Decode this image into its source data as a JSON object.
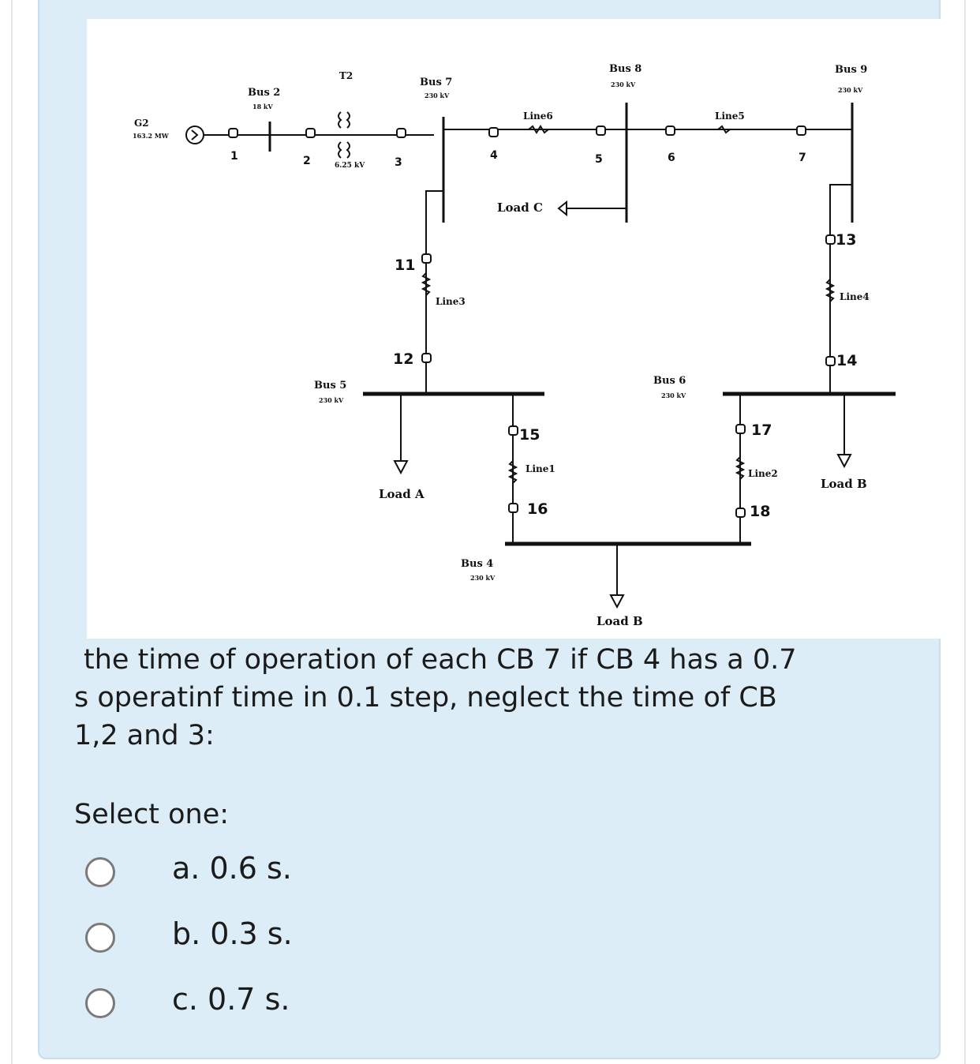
{
  "question": {
    "line1": "the time of operation of each CB 7 if CB 4  has a 0.7",
    "line2": "s operatinf time in 0.1 step, neglect the time of CB",
    "line3": "1,2 and 3:"
  },
  "select_label": "Select one:",
  "options": [
    {
      "label": "a. 0.6 s.",
      "selected": false
    },
    {
      "label": "b. 0.3 s.",
      "selected": false
    },
    {
      "label": "c. 0.7 s.",
      "selected": false
    }
  ],
  "diagram": {
    "gen_label": "G2",
    "gen_rating": "163.2 MW",
    "bus2": {
      "name": "Bus 2",
      "kv": "18 kV"
    },
    "t2": {
      "name": "T2",
      "rating": "6.25 kV"
    },
    "bus7": {
      "name": "Bus 7",
      "kv": "230 kV"
    },
    "bus8": {
      "name": "Bus 8",
      "kv": "230 kV"
    },
    "bus9": {
      "name": "Bus 9",
      "kv": "230 kV"
    },
    "bus5": {
      "name": "Bus 5",
      "kv": "230 kV"
    },
    "bus6": {
      "name": "Bus 6",
      "kv": "230 kV"
    },
    "bus4": {
      "name": "Bus 4",
      "kv": "230 kV"
    },
    "lines": {
      "line1": "Line1",
      "line2": "Line2",
      "line3": "Line3",
      "line4": "Line4",
      "line5": "Line5",
      "line6": "Line6"
    },
    "loads": {
      "a": "Load A",
      "b_right": "Load B",
      "b_bottom": "Load B",
      "c": "Load C"
    },
    "cb": {
      "n1": "1",
      "n2": "2",
      "n3": "3",
      "n4": "4",
      "n5": "5",
      "n6": "6",
      "n7": "7",
      "n11": "11",
      "n12": "12",
      "n13": "13",
      "n14": "14",
      "n15": "15",
      "n16": "16",
      "n17": "17",
      "n18": "18"
    }
  }
}
